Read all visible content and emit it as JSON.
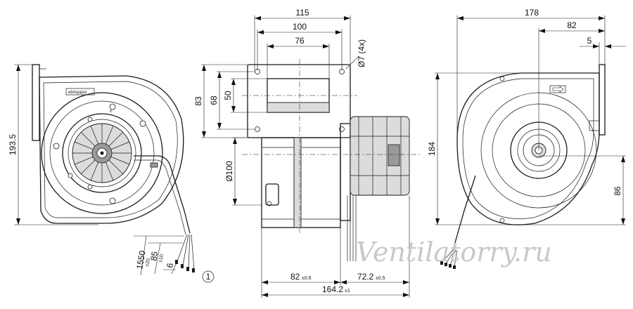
{
  "dimensions": {
    "front": {
      "height": "193.5",
      "lead_length": "1550",
      "lead_length_tol": "±20",
      "strip_length": "85",
      "strip_length_tol": "±10",
      "bare_end": "6",
      "callout": "1"
    },
    "side": {
      "width_115": "115",
      "width_100": "100",
      "width_76": "76",
      "height_83": "83",
      "height_68": "68",
      "height_50": "50",
      "holes": "Ø7 (4x)",
      "inlet_dia": "Ø100",
      "depth_82": "82",
      "depth_82_tol": "±0.6",
      "depth_72": "72.2",
      "depth_72_tol": "±0.5",
      "total_depth": "164.2",
      "total_depth_tol": "±1"
    },
    "rear": {
      "width_178": "178",
      "width_82": "82",
      "width_5": "5",
      "height_184": "184",
      "height_86": "86"
    }
  },
  "brand_label": "ebmpapst",
  "watermark": "Ventilatorry.ru"
}
